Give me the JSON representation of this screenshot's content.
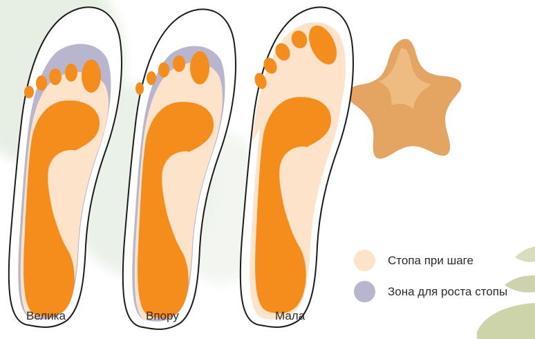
{
  "captions": {
    "large": "Велика",
    "fit": "Впору",
    "small": "Мала"
  },
  "legend": [
    {
      "label": "Стопа при шаге",
      "color": "#fde3c9"
    },
    {
      "label": "Зона для роста стопы",
      "color": "#b8b6cf"
    }
  ],
  "colors": {
    "outline": "#1a1a1a",
    "insole": "#ffffff",
    "foot": "#fde3c9",
    "growth": "#b8b6cf",
    "pressure": "#f48d1c",
    "star": "#e8a865",
    "wash": "#dfe9dc"
  }
}
